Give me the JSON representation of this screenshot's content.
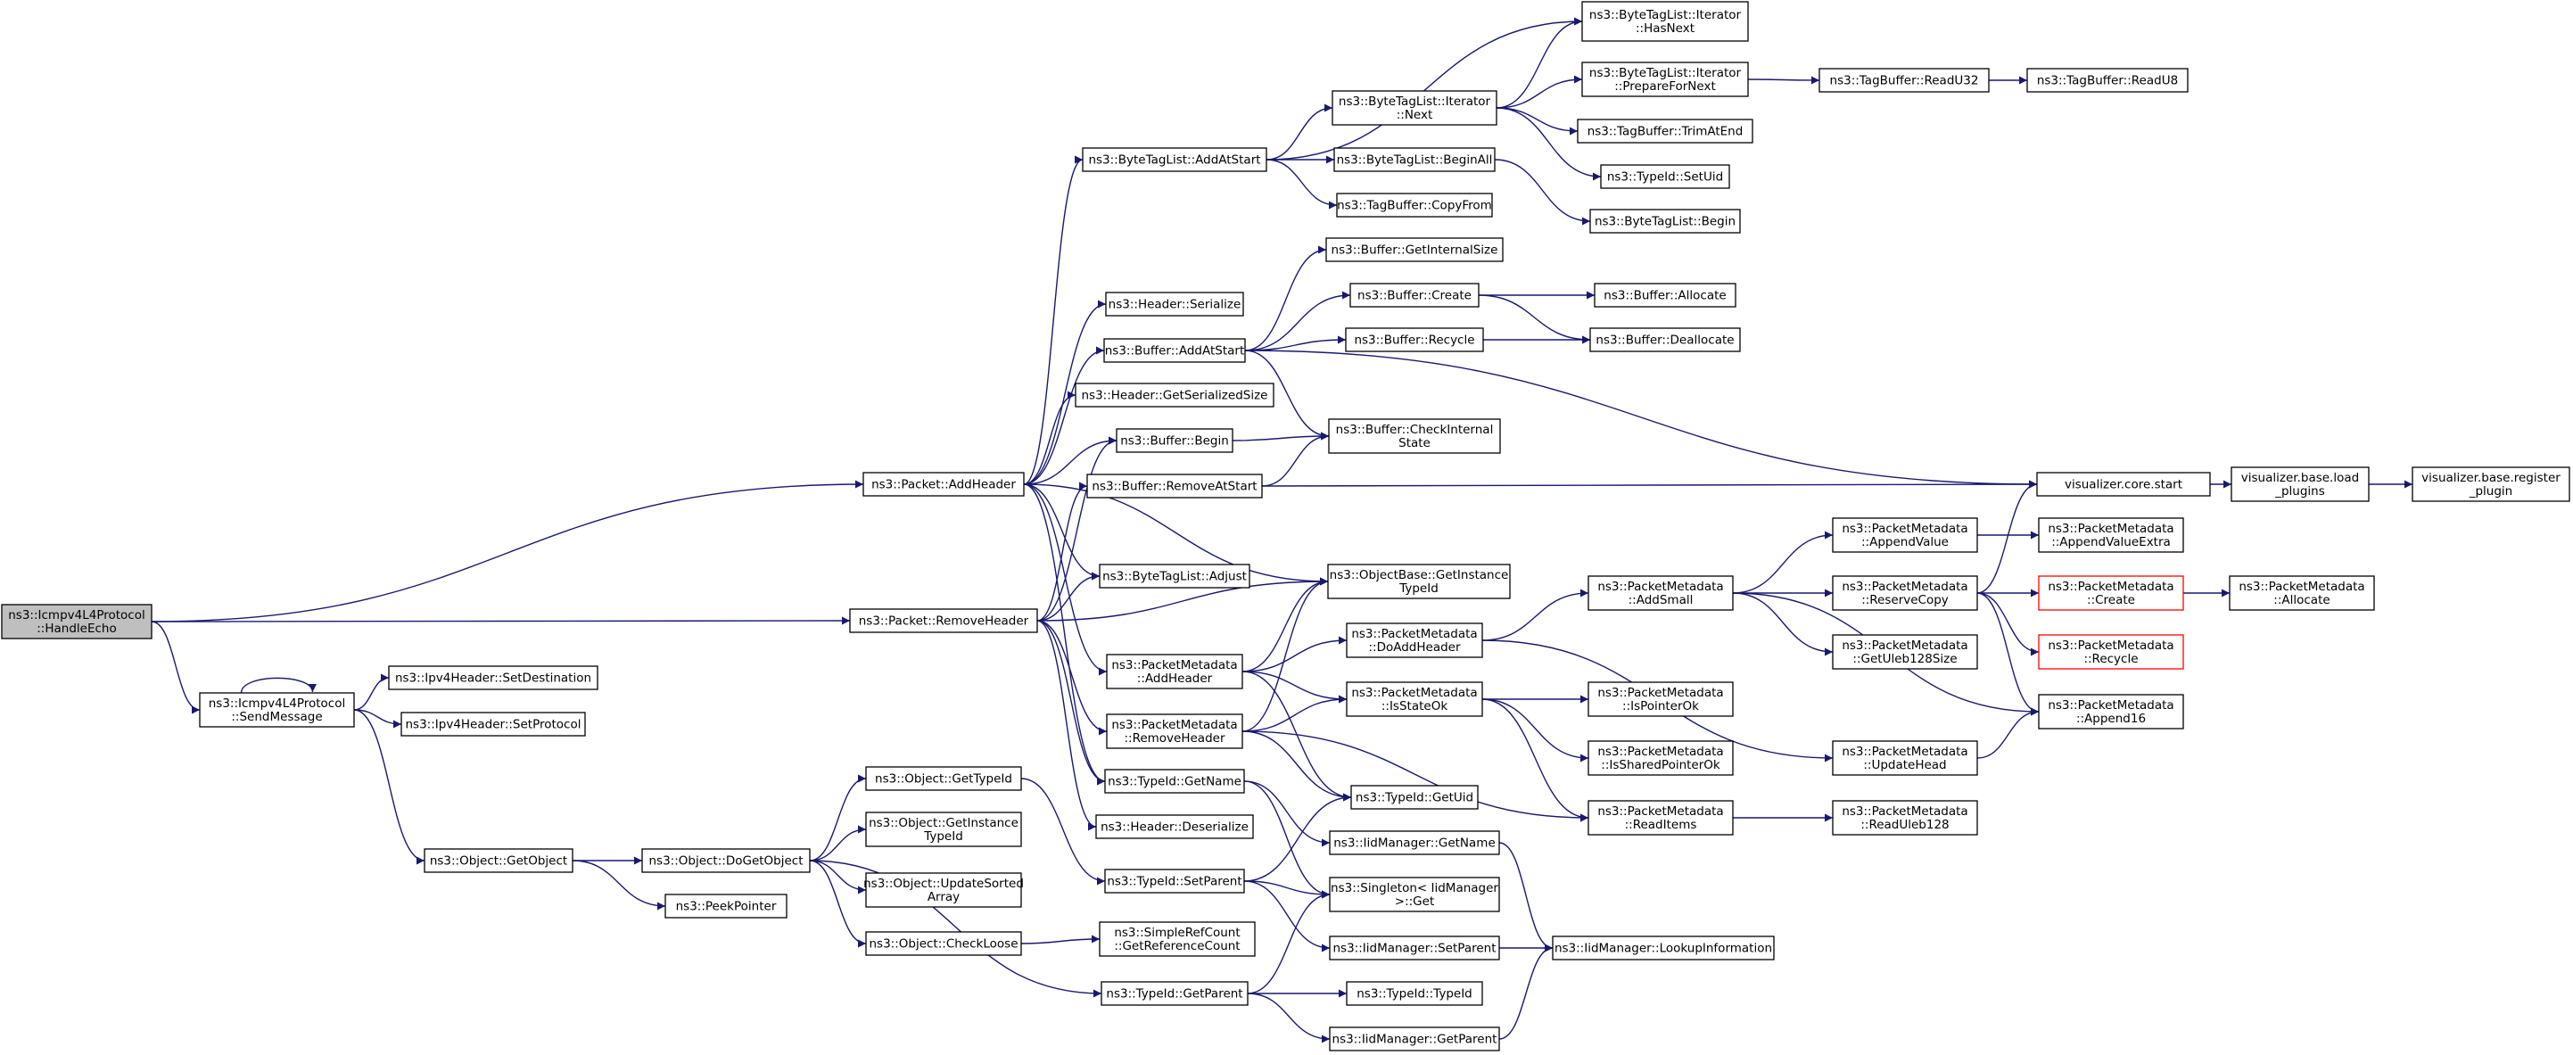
{
  "graph": {
    "colors": {
      "edge": "#191970",
      "node_border": "#000000",
      "root_fill": "#bfbfbf",
      "truncated_border": "#ff0000",
      "background": "#ffffff"
    },
    "nodes": [
      {
        "id": "handleecho",
        "lines": [
          "ns3::Icmpv4L4Protocol",
          "::HandleEcho"
        ],
        "style": "root"
      },
      {
        "id": "sendmessage",
        "lines": [
          "ns3::Icmpv4L4Protocol",
          "::SendMessage"
        ]
      },
      {
        "id": "setdestination",
        "lines": [
          "ns3::Ipv4Header::SetDestination"
        ]
      },
      {
        "id": "setprotocol",
        "lines": [
          "ns3::Ipv4Header::SetProtocol"
        ]
      },
      {
        "id": "getobject",
        "lines": [
          "ns3::Object::GetObject"
        ]
      },
      {
        "id": "dogetobject",
        "lines": [
          "ns3::Object::DoGetObject"
        ]
      },
      {
        "id": "peekpointer",
        "lines": [
          "ns3::PeekPointer"
        ]
      },
      {
        "id": "gettypeid",
        "lines": [
          "ns3::Object::GetTypeId"
        ]
      },
      {
        "id": "getinstancetypeid_obj",
        "lines": [
          "ns3::Object::GetInstance",
          "TypeId"
        ]
      },
      {
        "id": "updatesortedarray",
        "lines": [
          "ns3::Object::UpdateSorted",
          "Array"
        ]
      },
      {
        "id": "checkloose",
        "lines": [
          "ns3::Object::CheckLoose"
        ]
      },
      {
        "id": "getreferencecount",
        "lines": [
          "ns3::SimpleRefCount",
          "::GetReferenceCount"
        ]
      },
      {
        "id": "addheader",
        "lines": [
          "ns3::Packet::AddHeader"
        ]
      },
      {
        "id": "removeheader",
        "lines": [
          "ns3::Packet::RemoveHeader"
        ]
      },
      {
        "id": "btl_addatstart",
        "lines": [
          "ns3::ByteTagList::AddAtStart"
        ]
      },
      {
        "id": "header_serialize",
        "lines": [
          "ns3::Header::Serialize"
        ]
      },
      {
        "id": "buf_addatstart",
        "lines": [
          "ns3::Buffer::AddAtStart"
        ]
      },
      {
        "id": "getserializedsize",
        "lines": [
          "ns3::Header::GetSerializedSize"
        ]
      },
      {
        "id": "buf_begin",
        "lines": [
          "ns3::Buffer::Begin"
        ]
      },
      {
        "id": "buf_removeatstart",
        "lines": [
          "ns3::Buffer::RemoveAtStart"
        ]
      },
      {
        "id": "btl_adjust",
        "lines": [
          "ns3::ByteTagList::Adjust"
        ]
      },
      {
        "id": "pm_addheader",
        "lines": [
          "ns3::PacketMetadata",
          "::AddHeader"
        ]
      },
      {
        "id": "pm_removeheader",
        "lines": [
          "ns3::PacketMetadata",
          "::RemoveHeader"
        ]
      },
      {
        "id": "typeid_getname",
        "lines": [
          "ns3::TypeId::GetName"
        ]
      },
      {
        "id": "header_deserialize",
        "lines": [
          "ns3::Header::Deserialize"
        ]
      },
      {
        "id": "typeid_setparent",
        "lines": [
          "ns3::TypeId::SetParent"
        ]
      },
      {
        "id": "typeid_getparent",
        "lines": [
          "ns3::TypeId::GetParent"
        ]
      },
      {
        "id": "it_next",
        "lines": [
          "ns3::ByteTagList::Iterator",
          "::Next"
        ]
      },
      {
        "id": "btl_beginall",
        "lines": [
          "ns3::ByteTagList::BeginAll"
        ]
      },
      {
        "id": "tb_copyfrom",
        "lines": [
          "ns3::TagBuffer::CopyFrom"
        ]
      },
      {
        "id": "buf_getinternalsize",
        "lines": [
          "ns3::Buffer::GetInternalSize"
        ]
      },
      {
        "id": "buf_create",
        "lines": [
          "ns3::Buffer::Create"
        ]
      },
      {
        "id": "buf_recycle",
        "lines": [
          "ns3::Buffer::Recycle"
        ]
      },
      {
        "id": "buf_checkinternalstate",
        "lines": [
          "ns3::Buffer::CheckInternal",
          "State"
        ]
      },
      {
        "id": "ob_getinstancetypeid",
        "lines": [
          "ns3::ObjectBase::GetInstance",
          "TypeId"
        ]
      },
      {
        "id": "pm_doaddheader",
        "lines": [
          "ns3::PacketMetadata",
          "::DoAddHeader"
        ]
      },
      {
        "id": "pm_isstateok",
        "lines": [
          "ns3::PacketMetadata",
          "::IsStateOk"
        ]
      },
      {
        "id": "typeid_getuid",
        "lines": [
          "ns3::TypeId::GetUid"
        ]
      },
      {
        "id": "iidm_getname",
        "lines": [
          "ns3::IidManager::GetName"
        ]
      },
      {
        "id": "singleton_get",
        "lines": [
          "ns3::Singleton< IidManager",
          " >::Get"
        ]
      },
      {
        "id": "iidm_setparent",
        "lines": [
          "ns3::IidManager::SetParent"
        ]
      },
      {
        "id": "typeid_typeid",
        "lines": [
          "ns3::TypeId::TypeId"
        ]
      },
      {
        "id": "iidm_getparent",
        "lines": [
          "ns3::IidManager::GetParent"
        ]
      },
      {
        "id": "it_hasnext",
        "lines": [
          "ns3::ByteTagList::Iterator",
          "::HasNext"
        ]
      },
      {
        "id": "it_preparefornext",
        "lines": [
          "ns3::ByteTagList::Iterator",
          "::PrepareForNext"
        ]
      },
      {
        "id": "tb_trimatend",
        "lines": [
          "ns3::TagBuffer::TrimAtEnd"
        ]
      },
      {
        "id": "typeid_setuid",
        "lines": [
          "ns3::TypeId::SetUid"
        ]
      },
      {
        "id": "btl_begin",
        "lines": [
          "ns3::ByteTagList::Begin"
        ]
      },
      {
        "id": "buf_allocate",
        "lines": [
          "ns3::Buffer::Allocate"
        ]
      },
      {
        "id": "buf_deallocate",
        "lines": [
          "ns3::Buffer::Deallocate"
        ]
      },
      {
        "id": "pm_addsmall",
        "lines": [
          "ns3::PacketMetadata",
          "::AddSmall"
        ]
      },
      {
        "id": "pm_ispointerok",
        "lines": [
          "ns3::PacketMetadata",
          "::IsPointerOk"
        ]
      },
      {
        "id": "pm_issharedpointerok",
        "lines": [
          "ns3::PacketMetadata",
          "::IsSharedPointerOk"
        ]
      },
      {
        "id": "pm_readitems",
        "lines": [
          "ns3::PacketMetadata",
          "::ReadItems"
        ]
      },
      {
        "id": "iidm_lookupinformation",
        "lines": [
          "ns3::IidManager::LookupInformation"
        ]
      },
      {
        "id": "tb_readu32",
        "lines": [
          "ns3::TagBuffer::ReadU32"
        ]
      },
      {
        "id": "tb_readu8",
        "lines": [
          "ns3::TagBuffer::ReadU8"
        ]
      },
      {
        "id": "pm_appendvalue",
        "lines": [
          "ns3::PacketMetadata",
          "::AppendValue"
        ]
      },
      {
        "id": "pm_reservecopy",
        "lines": [
          "ns3::PacketMetadata",
          "::ReserveCopy"
        ]
      },
      {
        "id": "pm_getuleb128size",
        "lines": [
          "ns3::PacketMetadata",
          "::GetUleb128Size"
        ]
      },
      {
        "id": "pm_updatehead",
        "lines": [
          "ns3::PacketMetadata",
          "::UpdateHead"
        ]
      },
      {
        "id": "pm_readuleb128",
        "lines": [
          "ns3::PacketMetadata",
          "::ReadUleb128"
        ]
      },
      {
        "id": "vis_core_start",
        "lines": [
          "visualizer.core.start"
        ]
      },
      {
        "id": "vis_load_plugins",
        "lines": [
          "visualizer.base.load",
          "_plugins"
        ]
      },
      {
        "id": "vis_register_plugin",
        "lines": [
          "visualizer.base.register",
          "_plugin"
        ]
      },
      {
        "id": "pm_appendvalueextra",
        "lines": [
          "ns3::PacketMetadata",
          "::AppendValueExtra"
        ]
      },
      {
        "id": "pm_create",
        "lines": [
          "ns3::PacketMetadata",
          "::Create"
        ],
        "style": "truncated"
      },
      {
        "id": "pm_recycle",
        "lines": [
          "ns3::PacketMetadata",
          "::Recycle"
        ],
        "style": "truncated"
      },
      {
        "id": "pm_append16",
        "lines": [
          "ns3::PacketMetadata",
          "::Append16"
        ]
      },
      {
        "id": "pm_allocate",
        "lines": [
          "ns3::PacketMetadata",
          "::Allocate"
        ]
      }
    ],
    "edges": [
      [
        "handleecho",
        "addheader"
      ],
      [
        "handleecho",
        "removeheader"
      ],
      [
        "handleecho",
        "sendmessage"
      ],
      [
        "sendmessage",
        "sendmessage"
      ],
      [
        "sendmessage",
        "setdestination"
      ],
      [
        "sendmessage",
        "setprotocol"
      ],
      [
        "sendmessage",
        "getobject"
      ],
      [
        "getobject",
        "dogetobject"
      ],
      [
        "getobject",
        "peekpointer"
      ],
      [
        "dogetobject",
        "gettypeid"
      ],
      [
        "dogetobject",
        "getinstancetypeid_obj"
      ],
      [
        "dogetobject",
        "updatesortedarray"
      ],
      [
        "dogetobject",
        "checkloose"
      ],
      [
        "dogetobject",
        "typeid_getparent"
      ],
      [
        "gettypeid",
        "typeid_setparent"
      ],
      [
        "checkloose",
        "getreferencecount"
      ],
      [
        "addheader",
        "btl_addatstart"
      ],
      [
        "addheader",
        "header_serialize"
      ],
      [
        "addheader",
        "buf_addatstart"
      ],
      [
        "addheader",
        "getserializedsize"
      ],
      [
        "addheader",
        "buf_begin"
      ],
      [
        "addheader",
        "btl_adjust"
      ],
      [
        "addheader",
        "pm_addheader"
      ],
      [
        "addheader",
        "ob_getinstancetypeid"
      ],
      [
        "addheader",
        "typeid_getname"
      ],
      [
        "removeheader",
        "buf_begin"
      ],
      [
        "removeheader",
        "buf_removeatstart"
      ],
      [
        "removeheader",
        "btl_adjust"
      ],
      [
        "removeheader",
        "ob_getinstancetypeid"
      ],
      [
        "removeheader",
        "pm_removeheader"
      ],
      [
        "removeheader",
        "typeid_getname"
      ],
      [
        "removeheader",
        "header_deserialize"
      ],
      [
        "btl_addatstart",
        "it_next"
      ],
      [
        "btl_addatstart",
        "btl_beginall"
      ],
      [
        "btl_addatstart",
        "tb_copyfrom"
      ],
      [
        "btl_addatstart",
        "it_hasnext"
      ],
      [
        "it_next",
        "it_hasnext"
      ],
      [
        "it_next",
        "it_preparefornext"
      ],
      [
        "it_next",
        "tb_trimatend"
      ],
      [
        "it_next",
        "typeid_setuid"
      ],
      [
        "it_preparefornext",
        "tb_readu32"
      ],
      [
        "tb_readu32",
        "tb_readu8"
      ],
      [
        "btl_beginall",
        "btl_begin"
      ],
      [
        "buf_addatstart",
        "buf_getinternalsize"
      ],
      [
        "buf_addatstart",
        "buf_create"
      ],
      [
        "buf_addatstart",
        "buf_recycle"
      ],
      [
        "buf_addatstart",
        "buf_checkinternalstate"
      ],
      [
        "buf_addatstart",
        "vis_core_start"
      ],
      [
        "buf_create",
        "buf_allocate"
      ],
      [
        "buf_create",
        "buf_deallocate"
      ],
      [
        "buf_recycle",
        "buf_deallocate"
      ],
      [
        "buf_begin",
        "buf_checkinternalstate"
      ],
      [
        "buf_removeatstart",
        "buf_checkinternalstate"
      ],
      [
        "buf_removeatstart",
        "vis_core_start"
      ],
      [
        "vis_core_start",
        "vis_load_plugins"
      ],
      [
        "vis_load_plugins",
        "vis_register_plugin"
      ],
      [
        "pm_addheader",
        "ob_getinstancetypeid"
      ],
      [
        "pm_addheader",
        "pm_doaddheader"
      ],
      [
        "pm_addheader",
        "pm_isstateok"
      ],
      [
        "pm_addheader",
        "typeid_getuid"
      ],
      [
        "pm_removeheader",
        "ob_getinstancetypeid"
      ],
      [
        "pm_removeheader",
        "pm_isstateok"
      ],
      [
        "pm_removeheader",
        "typeid_getuid"
      ],
      [
        "pm_removeheader",
        "pm_readitems"
      ],
      [
        "pm_doaddheader",
        "pm_addsmall"
      ],
      [
        "pm_doaddheader",
        "pm_updatehead"
      ],
      [
        "pm_isstateok",
        "pm_ispointerok"
      ],
      [
        "pm_isstateok",
        "pm_issharedpointerok"
      ],
      [
        "pm_isstateok",
        "pm_readitems"
      ],
      [
        "pm_addsmall",
        "pm_appendvalue"
      ],
      [
        "pm_addsmall",
        "pm_reservecopy"
      ],
      [
        "pm_addsmall",
        "pm_getuleb128size"
      ],
      [
        "pm_addsmall",
        "pm_append16"
      ],
      [
        "pm_appendvalue",
        "pm_appendvalueextra"
      ],
      [
        "pm_reservecopy",
        "pm_create"
      ],
      [
        "pm_reservecopy",
        "pm_recycle"
      ],
      [
        "pm_reservecopy",
        "pm_append16"
      ],
      [
        "pm_reservecopy",
        "vis_core_start"
      ],
      [
        "pm_create",
        "pm_allocate"
      ],
      [
        "pm_updatehead",
        "pm_append16"
      ],
      [
        "pm_readitems",
        "pm_readuleb128"
      ],
      [
        "typeid_getname",
        "iidm_getname"
      ],
      [
        "typeid_getname",
        "singleton_get"
      ],
      [
        "iidm_getname",
        "iidm_lookupinformation"
      ],
      [
        "typeid_setparent",
        "typeid_getuid"
      ],
      [
        "typeid_setparent",
        "singleton_get"
      ],
      [
        "typeid_setparent",
        "iidm_setparent"
      ],
      [
        "iidm_setparent",
        "iidm_lookupinformation"
      ],
      [
        "typeid_getparent",
        "singleton_get"
      ],
      [
        "typeid_getparent",
        "typeid_typeid"
      ],
      [
        "typeid_getparent",
        "iidm_getparent"
      ],
      [
        "iidm_getparent",
        "iidm_lookupinformation"
      ]
    ]
  }
}
